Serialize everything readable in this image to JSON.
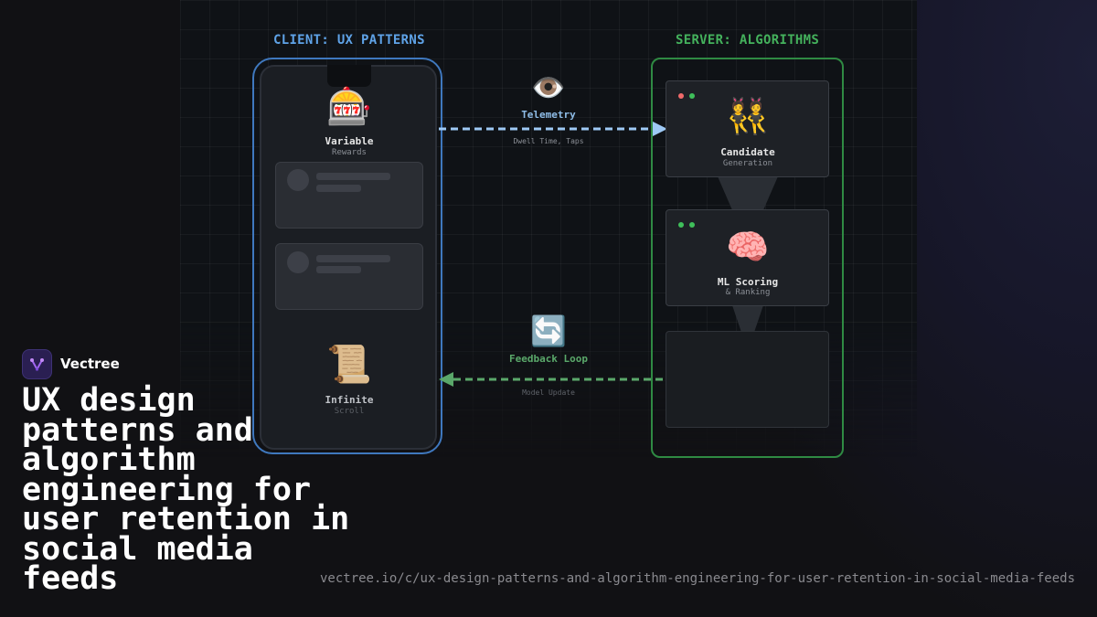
{
  "brand": {
    "name": "Vectree"
  },
  "headline": "UX design patterns and algorithm engineering for user retention in social media feeds",
  "url": "vectree.io/c/ux-design-patterns-and-algorithm-engineering-for-user-retention-in-social-media-feeds",
  "diagram": {
    "client_title": "CLIENT: UX PATTERNS",
    "server_title": "SERVER: ALGORITHMS",
    "variable_rewards": {
      "icon": "🎰",
      "title": "Variable",
      "subtitle": "Rewards"
    },
    "infinite_scroll": {
      "icon": "📜",
      "title": "Infinite",
      "subtitle": "Scroll"
    },
    "telemetry": {
      "icon": "👁️",
      "label": "Telemetry",
      "sublabel": "Dwell Time, Taps"
    },
    "feedback": {
      "icon": "🔄",
      "label": "Feedback Loop",
      "sublabel": "Model Update"
    },
    "candidate": {
      "icon": "👯",
      "title": "Candidate",
      "subtitle": "Generation"
    },
    "scoring": {
      "icon": "🧠",
      "title": "ML Scoring",
      "subtitle": "& Ranking"
    }
  },
  "colors": {
    "client": "#5fa3e8",
    "server": "#44b15c",
    "telemetry_arrow": "#9ec9f5",
    "feedback_arrow": "#5aa86a",
    "dot_red": "#f06a6a",
    "dot_green": "#3fbf5a"
  }
}
